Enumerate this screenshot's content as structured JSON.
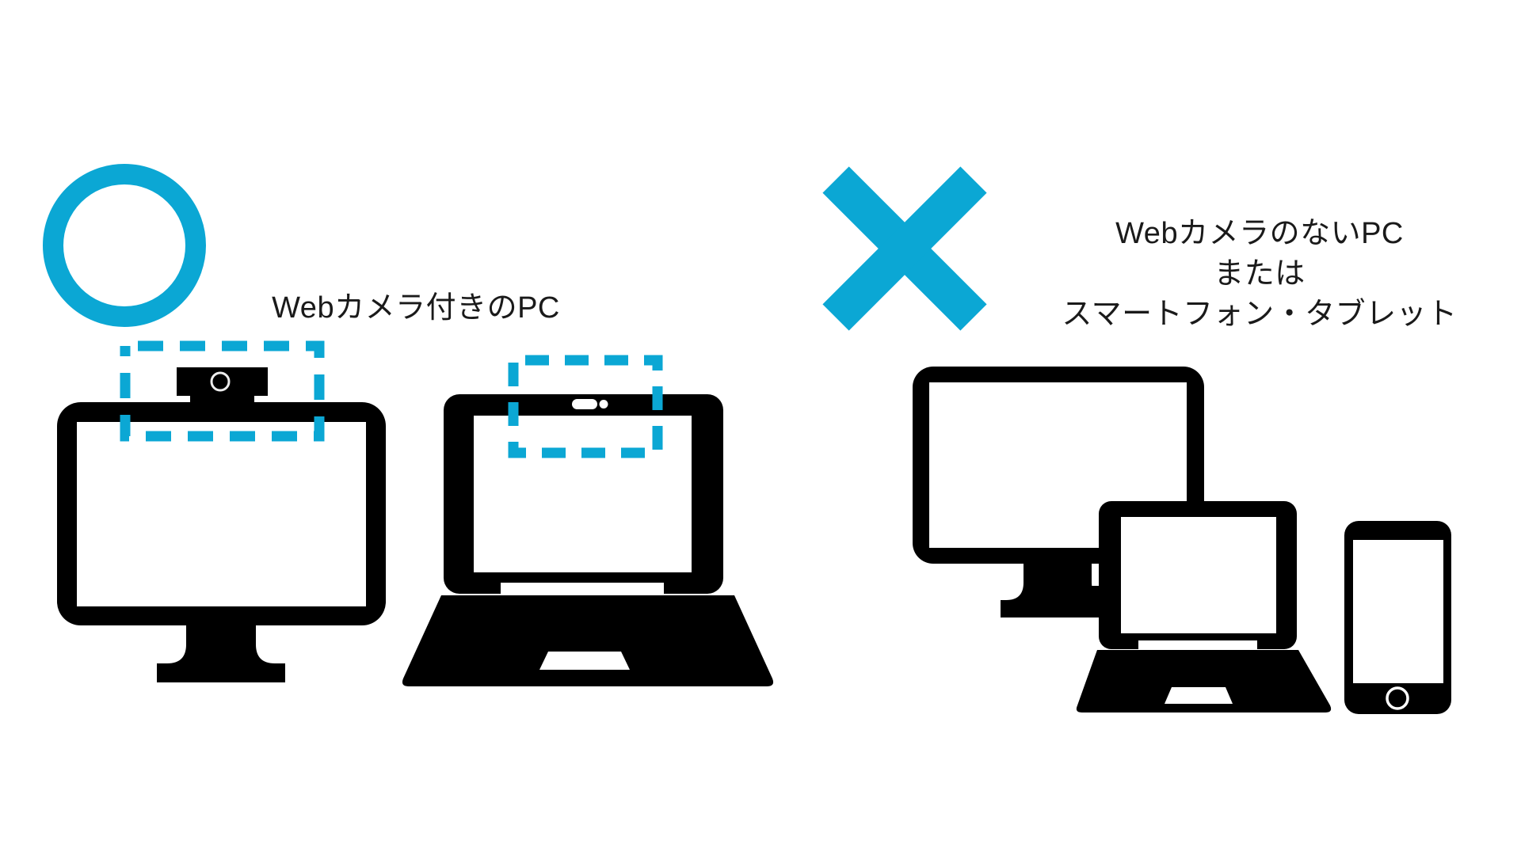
{
  "diagram_title": "",
  "colors": {
    "accent": "#0ba7d4",
    "icon": "#000000",
    "lens": "#ededed",
    "background": "#ffffff"
  },
  "ok_section": {
    "mark_icon": "circle-ok-icon",
    "label": "Webカメラ付きのPC",
    "devices": [
      "desktop-pc-with-external-webcam",
      "laptop-with-built-in-webcam"
    ],
    "highlight": "dashed-box-around-webcam"
  },
  "ng_section": {
    "mark_icon": "cross-ng-icon",
    "label_lines": [
      "WebカメラのないPC",
      "または",
      "スマートフォン・タブレット"
    ],
    "devices": [
      "desktop-pc-without-webcam",
      "laptop-without-webcam",
      "smartphone"
    ]
  }
}
